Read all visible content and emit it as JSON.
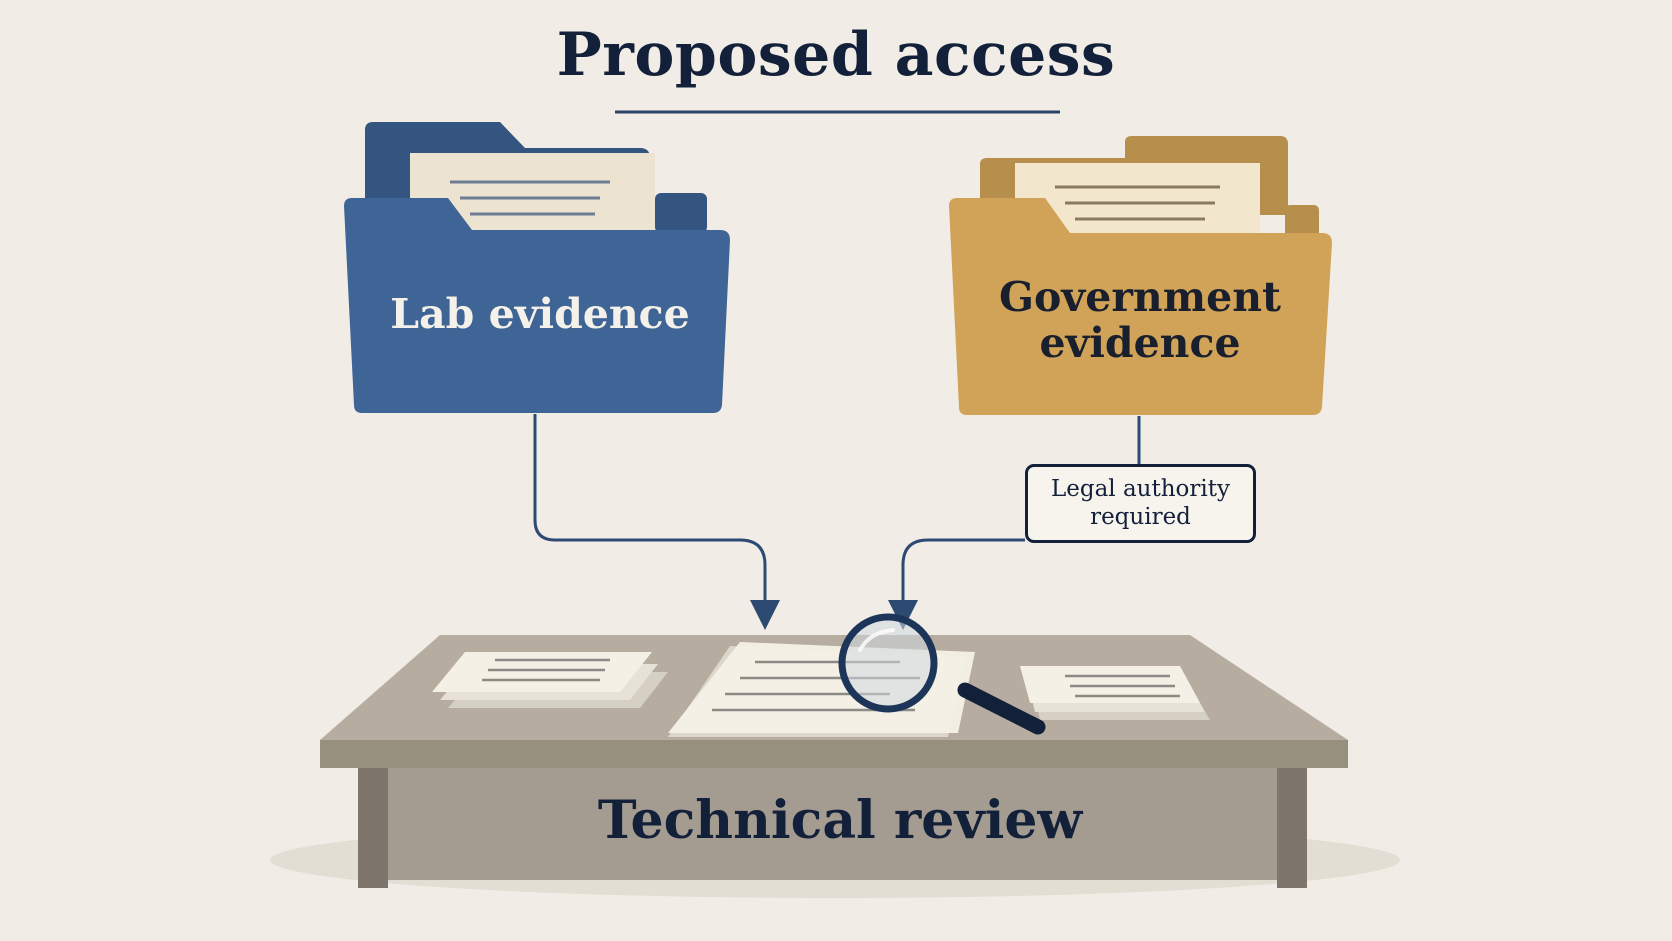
{
  "title": "Proposed access",
  "sources": [
    {
      "label": "Lab evidence",
      "color": "#3e6595"
    },
    {
      "label": "Government evidence",
      "color": "#d1a358"
    }
  ],
  "condition": "Legal authority required",
  "destination": "Technical review",
  "colors": {
    "background": "#f1ede6",
    "ink": "#13203a",
    "lab_folder": "#3e6595",
    "gov_folder": "#d1a358",
    "desk": "#a59c91"
  },
  "icons": [
    "folder-icon",
    "document-icon",
    "magnifying-glass-icon",
    "desk-icon",
    "arrow-icon"
  ]
}
